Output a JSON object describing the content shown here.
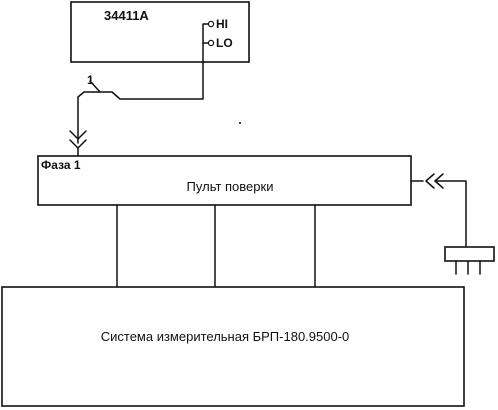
{
  "meter": {
    "model": "34411A",
    "terminal_hi": "HI",
    "terminal_lo": "LO"
  },
  "cable": {
    "label": "1"
  },
  "console": {
    "phase_label": "Фаза 1",
    "title": "Пульт поверки"
  },
  "system": {
    "title": "Система измерительная БРП-180.9500-0"
  },
  "icons": {
    "cable_connector": "double-chevron-down-icon",
    "power_connector": "double-chevron-left-icon",
    "power_plug": "three-pin-plug-icon"
  },
  "colors": {
    "line": "#111111",
    "background": "#ffffff"
  }
}
